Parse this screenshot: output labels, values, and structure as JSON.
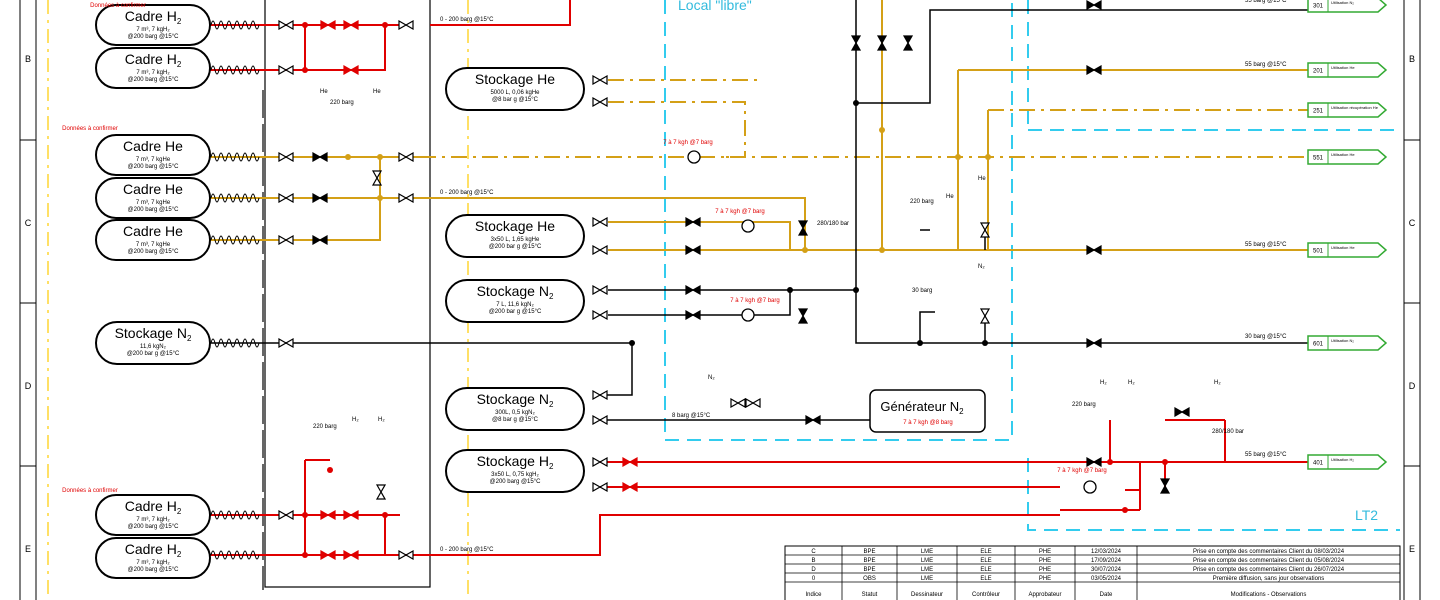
{
  "colors": {
    "h2": "#e00000",
    "he": "#d4a017",
    "n2": "#000000",
    "zone": "#33ccee",
    "outlet": "#33aa33"
  },
  "row_labels": [
    "B",
    "C",
    "D",
    "E"
  ],
  "zones": {
    "local_libre": "Local \"libre\"",
    "lt2": "LT2"
  },
  "notes": {
    "confirm": "Données à confirmer"
  },
  "cadres": [
    {
      "id": "h2a",
      "title": "Cadre H",
      "sub": "2",
      "l1": "7 m³, 7 kgH₂",
      "l2": "@200 barg @15°C"
    },
    {
      "id": "h2b",
      "title": "Cadre H",
      "sub": "2",
      "l1": "7 m³, 7 kgH₂",
      "l2": "@200 barg @15°C"
    },
    {
      "id": "hea",
      "title": "Cadre He",
      "sub": "",
      "l1": "7 m³, 7 kgHe",
      "l2": "@200 barg @15°C"
    },
    {
      "id": "heb",
      "title": "Cadre He",
      "sub": "",
      "l1": "7 m³, 7 kgHe",
      "l2": "@200 barg @15°C"
    },
    {
      "id": "hec",
      "title": "Cadre He",
      "sub": "",
      "l1": "7 m³, 7 kgHe",
      "l2": "@200 barg @15°C"
    },
    {
      "id": "h2c",
      "title": "Cadre H",
      "sub": "2",
      "l1": "7 m³, 7 kgH₂",
      "l2": "@200 barg @15°C"
    },
    {
      "id": "h2d",
      "title": "Cadre H",
      "sub": "2",
      "l1": "7 m³, 7 kgH₂",
      "l2": "@200 barg @15°C"
    }
  ],
  "stockages": [
    {
      "id": "he1",
      "title": "Stockage He",
      "sub": "",
      "l1": "5000 L, 0,06 kgHe",
      "l2": "@8 bar g @15°C"
    },
    {
      "id": "he2",
      "title": "Stockage He",
      "sub": "",
      "l1": "3x50 L, 1,65 kgHe",
      "l2": "@200 bar g @15°C"
    },
    {
      "id": "n2a",
      "title": "Stockage N",
      "sub": "2",
      "l1": "7 L, 11,6 kgN₂",
      "l2": "@200 bar g @15°C"
    },
    {
      "id": "n2main",
      "title": "Stockage N",
      "sub": "2",
      "l1": "11,6 kgN₂",
      "l2": "@200 bar g @15°C"
    },
    {
      "id": "n2b",
      "title": "Stockage N",
      "sub": "2",
      "l1": "300L, 0,5 kgN₂",
      "l2": "@8 bar g @15°C"
    },
    {
      "id": "h2st",
      "title": "Stockage H",
      "sub": "2",
      "l1": "3x50 L, 0,75 kgH₂",
      "l2": "@200 barg @15°C"
    }
  ],
  "generator": {
    "title": "Générateur N",
    "sub": "2",
    "note": "7 à 7 kgh @8 barg"
  },
  "labels": {
    "p0_200": "0 - 200 barg @15°C",
    "p8": "8 barg @15°C",
    "p55": "55 barg @15°C",
    "p30": "30 barg @15°C",
    "p220": "220 barg",
    "p30b": "30 barg",
    "p280": "280/180 bar",
    "comp": "7 à 7 kgh @7 barg",
    "gas_he": "He",
    "gas_h2": "H₂",
    "gas_n2": "N₂"
  },
  "outlets": [
    {
      "code": "301",
      "text": "Utilisation N₂"
    },
    {
      "code": "201",
      "text": "Utilisation He"
    },
    {
      "code": "251",
      "text": "Utilisation récupération He"
    },
    {
      "code": "551",
      "text": "Utilisation He"
    },
    {
      "code": "501",
      "text": "Utilisation He"
    },
    {
      "code": "601",
      "text": "Utilisation N₂"
    },
    {
      "code": "401",
      "text": "Utilisation H₂"
    }
  ],
  "title_block": {
    "rows": [
      {
        "indice": "C",
        "statut": "BPE",
        "dessinateur": "LME",
        "controleur": "ELE",
        "approbateur": "PHE",
        "date": "12/03/2024",
        "obs": "Prise en compte des commentaires Client du 08/03/2024"
      },
      {
        "indice": "B",
        "statut": "BPE",
        "dessinateur": "LME",
        "controleur": "ELE",
        "approbateur": "PHE",
        "date": "17/09/2024",
        "obs": "Prise en compte des commentaires Client du 05/08/2024"
      },
      {
        "indice": "D",
        "statut": "BPE",
        "dessinateur": "LME",
        "controleur": "ELE",
        "approbateur": "PHE",
        "date": "30/07/2024",
        "obs": "Prise en compte des commentaires Client du 26/07/2024"
      },
      {
        "indice": "0",
        "statut": "OBS",
        "dessinateur": "LME",
        "controleur": "ELE",
        "approbateur": "PHE",
        "date": "03/05/2024",
        "obs": "Première diffusion, sans jour observations"
      }
    ],
    "headers": {
      "indice": "Indice",
      "statut": "Statut",
      "dessinateur": "Dessinateur",
      "controleur": "Contrôleur",
      "approbateur": "Approbateur",
      "date": "Date",
      "obs": "Modifications - Observations"
    }
  }
}
